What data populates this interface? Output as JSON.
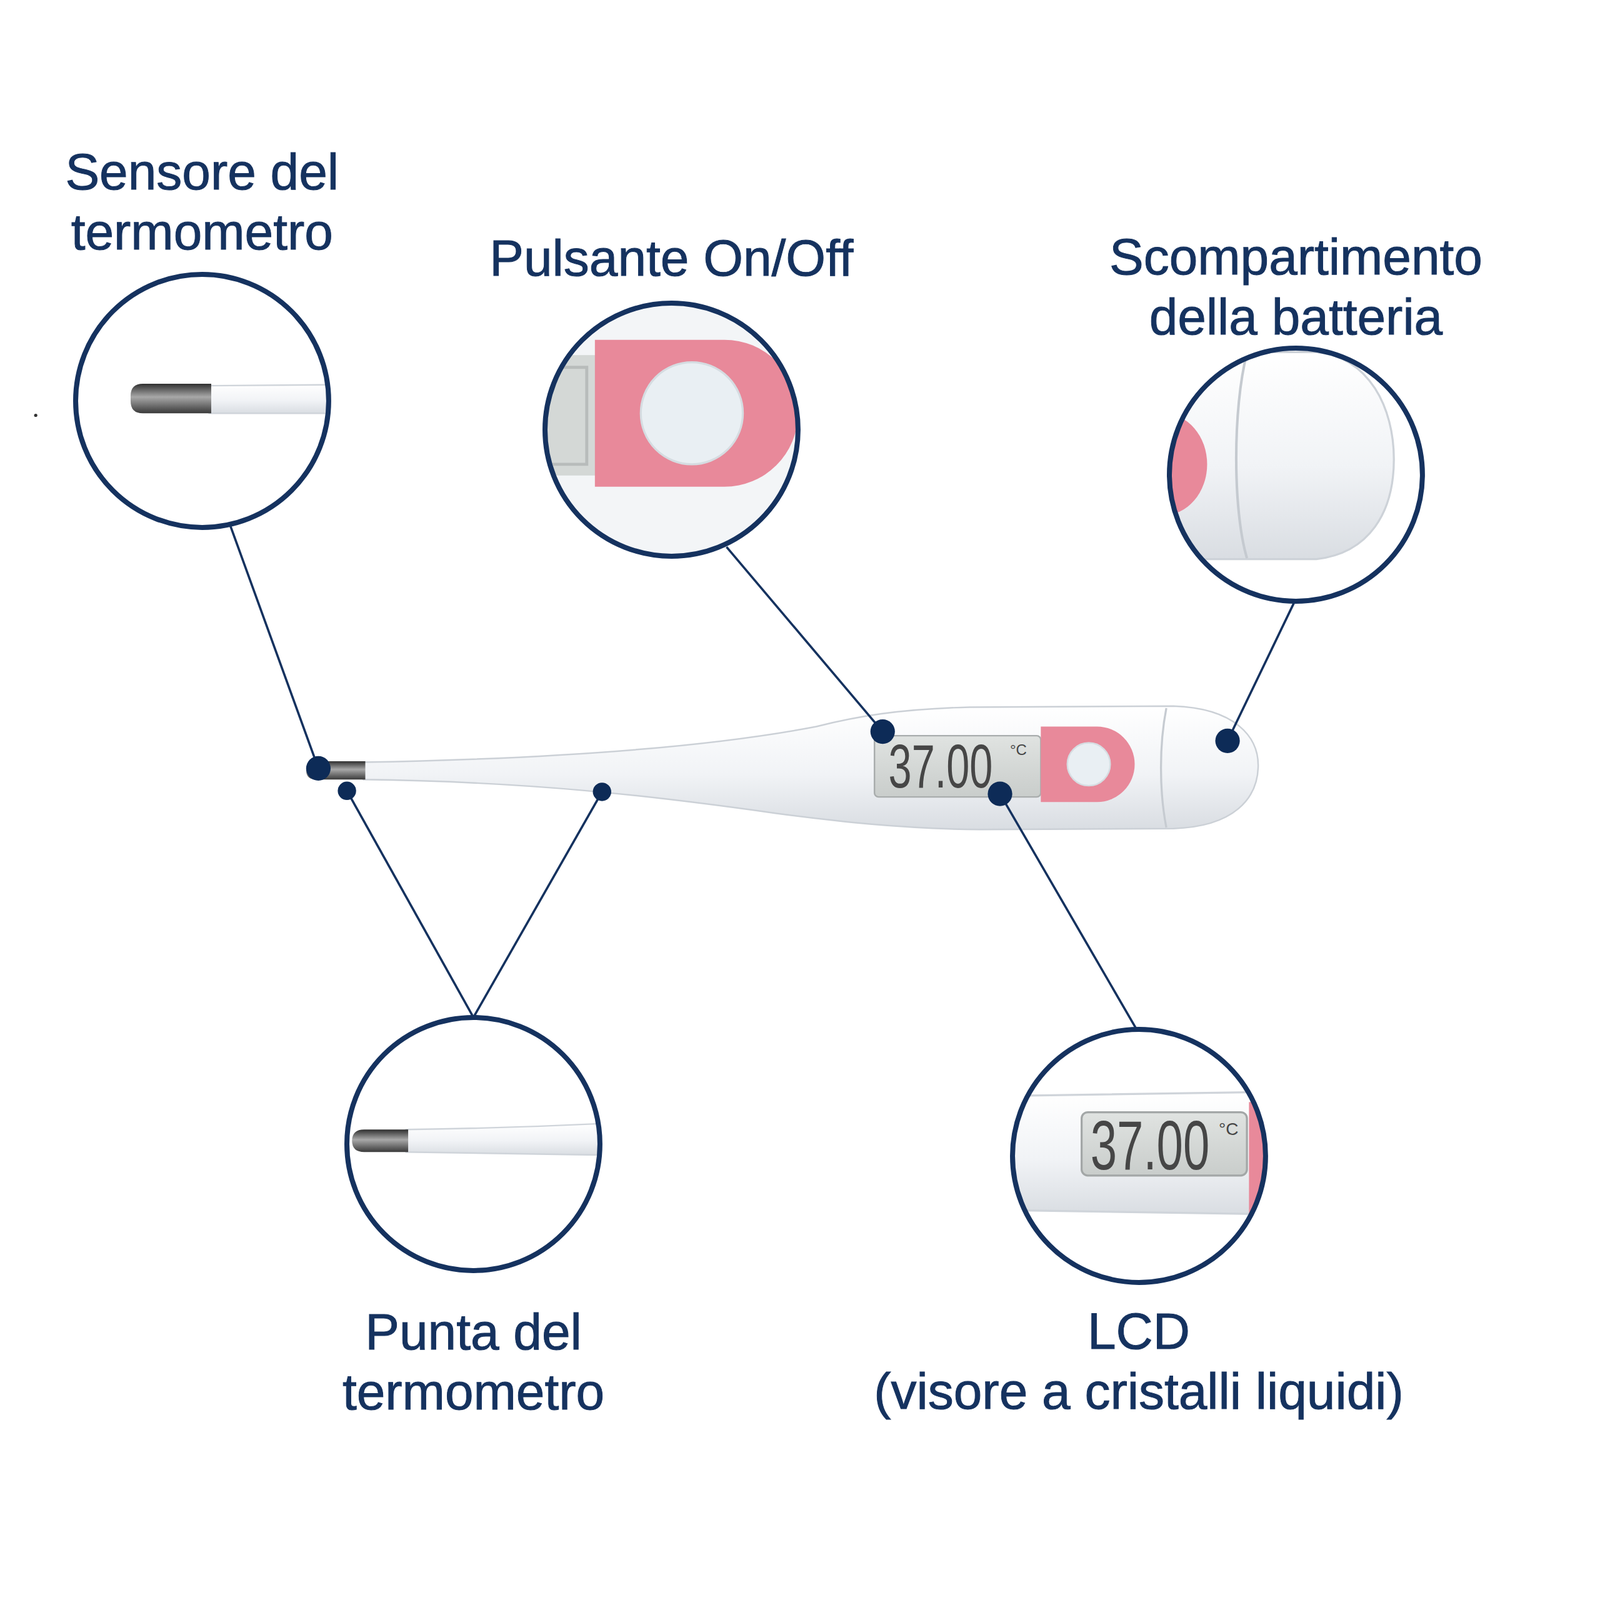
{
  "diagram": {
    "nodes": [
      {
        "text": [
          "Sensore del termometro"
        ]
      },
      {
        "text": [
          "Pulsante On/Off"
        ]
      },
      {
        "text": [
          "Scompartimento della batteria"
        ]
      },
      {
        "text": [
          "Punta del termometro"
        ]
      },
      {
        "text": [
          "LCD",
          "(visore a cristalli liquidi)"
        ]
      }
    ],
    "labels": [
      "37.00",
      "°C",
      "37.00",
      "°C"
    ]
  }
}
